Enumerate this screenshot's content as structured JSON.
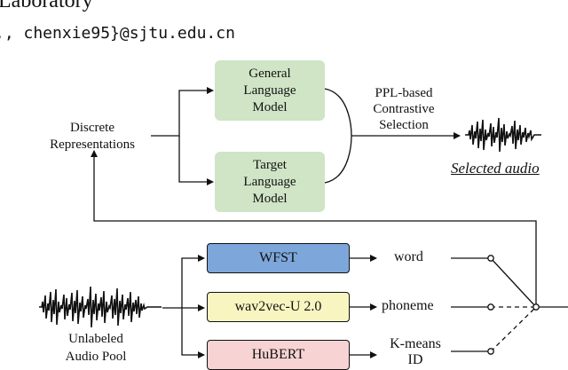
{
  "header": {
    "affiliation_fragment": "Laboratory",
    "email_fragment": "., chenxie95}@sjtu.edu.cn"
  },
  "diagram": {
    "discrete_representations": "Discrete\nRepresentations",
    "general_lm": "General\nLanguage\nModel",
    "target_lm": "Target\nLanguage\nModel",
    "selection": "PPL-based\nContrastive\nSelection",
    "selected_audio": "Selected audio",
    "audio_pool": "Unlabeled\nAudio Pool",
    "wfst": "WFST",
    "wav2vec": "wav2vec-U 2.0",
    "hubert": "HuBERT",
    "out_word": "word",
    "out_phoneme": "phoneme",
    "out_kmeans": "K-means\nID",
    "colors": {
      "lm_fill": "#cfe5c6",
      "wfst_fill": "#7da7da",
      "wav2vec_fill": "#f8f5c0",
      "hubert_fill": "#f7d3d3"
    }
  }
}
